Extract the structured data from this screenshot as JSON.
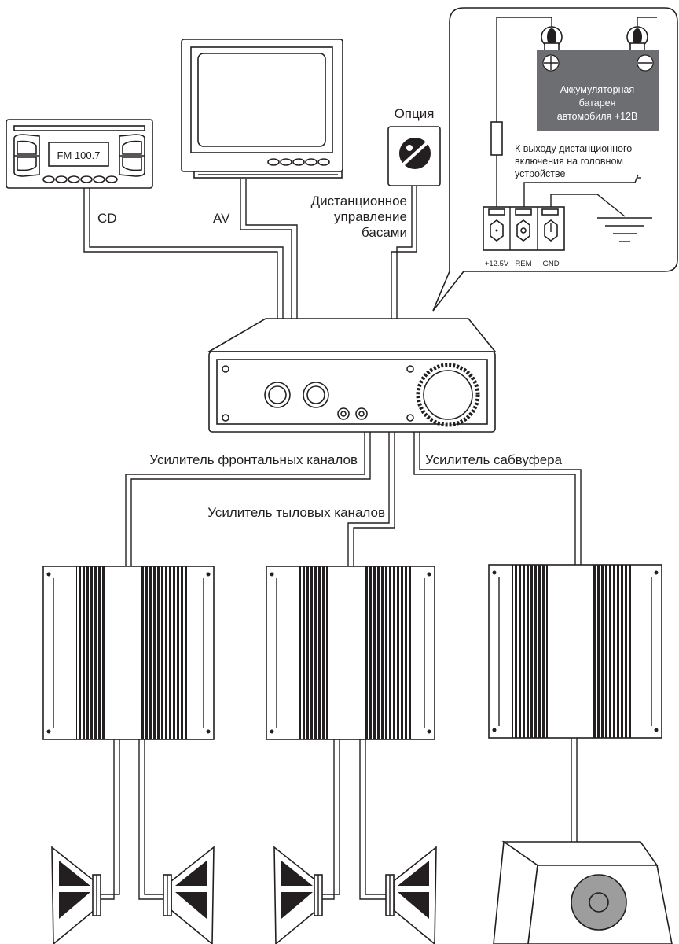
{
  "head_unit": {
    "display": "FM 100.7"
  },
  "labels": {
    "cd": "CD",
    "av": "AV",
    "option": "Опция",
    "bass_remote": [
      "Дистанционное",
      "управление",
      "басами"
    ],
    "front_amp": "Усилитель фронтальных каналов",
    "rear_amp": "Усилитель тыловых каналов",
    "sub_amp": "Усилитель сабвуфера"
  },
  "battery": {
    "lines": [
      "Аккумуляторная",
      "батарея",
      "автомобиля +12В"
    ]
  },
  "remote_note": {
    "lines": [
      "К выходу дистанционного",
      "включения на головном",
      "устройстве"
    ]
  },
  "terminals": [
    "+12.5V",
    "REM",
    "GND"
  ],
  "colors": {
    "line": "#231f20",
    "battery": "#6d6e71",
    "sub_speaker": "#9d9d9d"
  }
}
